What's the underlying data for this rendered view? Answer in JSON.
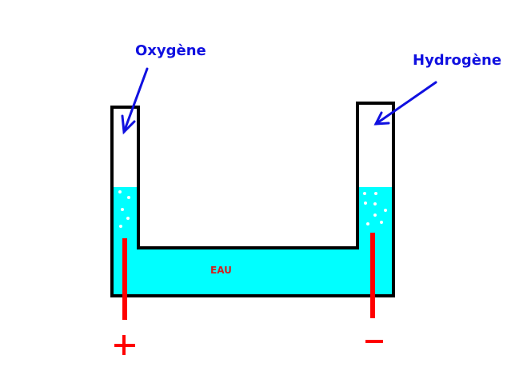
{
  "labels": {
    "oxygen": "Oxygène",
    "hydrogen": "Hydrogène",
    "water": "EAU",
    "anode": "+",
    "cathode": "−"
  },
  "colors": {
    "water": "#00ffff",
    "label": "#1010e0",
    "electrode": "#ff0000",
    "outline": "#000000"
  }
}
